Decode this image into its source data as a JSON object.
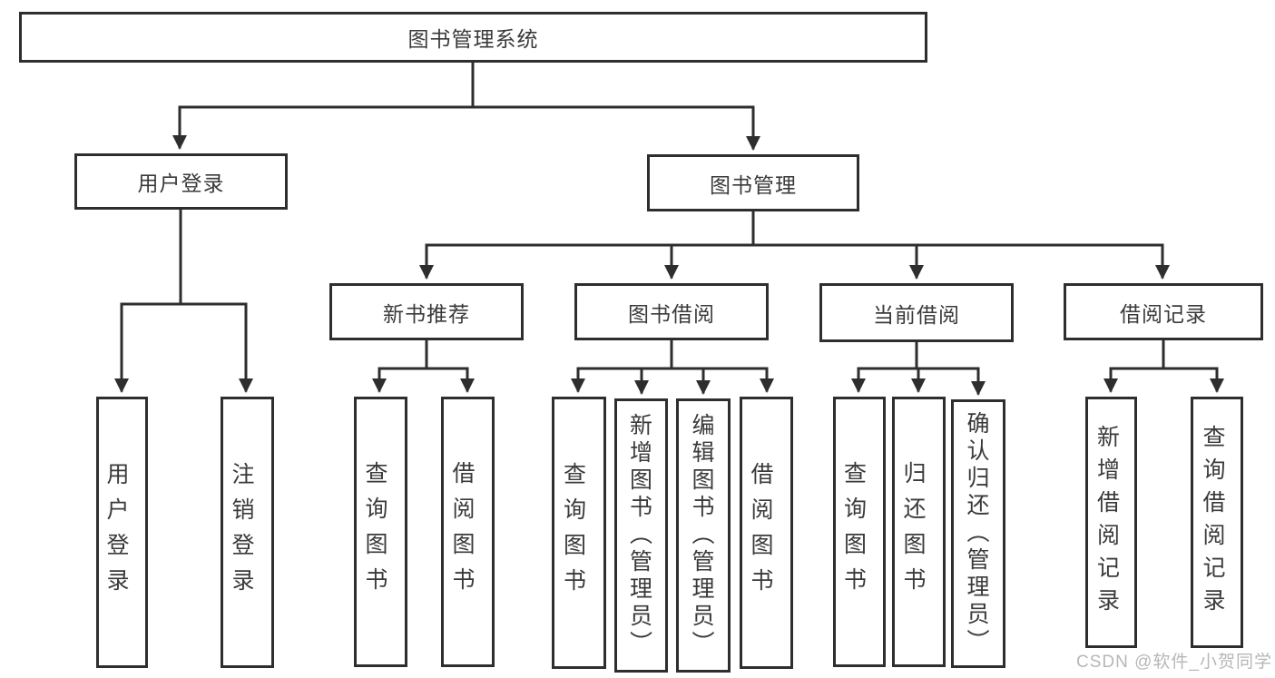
{
  "diagram": {
    "title": "图书管理系统",
    "level2": {
      "user_login": "用户登录",
      "book_management": "图书管理"
    },
    "level3": {
      "new_book": "新书推荐",
      "book_borrow": "图书借阅",
      "current_borrow": "当前借阅",
      "borrow_records": "借阅记录"
    },
    "leaves": {
      "user_login": [
        "用户登录",
        "注销登录"
      ],
      "new_book": [
        "查询图书",
        "借阅图书"
      ],
      "book_borrow": [
        "查询图书",
        "新增图书（管理员）",
        "编辑图书（管理员）",
        "借阅图书"
      ],
      "current_borrow": [
        "查询图书",
        "归还图书",
        "确认归还（管理员）"
      ],
      "borrow_records": [
        "新增借阅记录",
        "查询借阅记录"
      ]
    },
    "watermark": "CSDN @软件_小贺同学",
    "colors": {
      "line": "#2e2e2e",
      "text": "#3a3a3a",
      "watermark": "#b7b7b7",
      "background": "#ffffff"
    }
  }
}
